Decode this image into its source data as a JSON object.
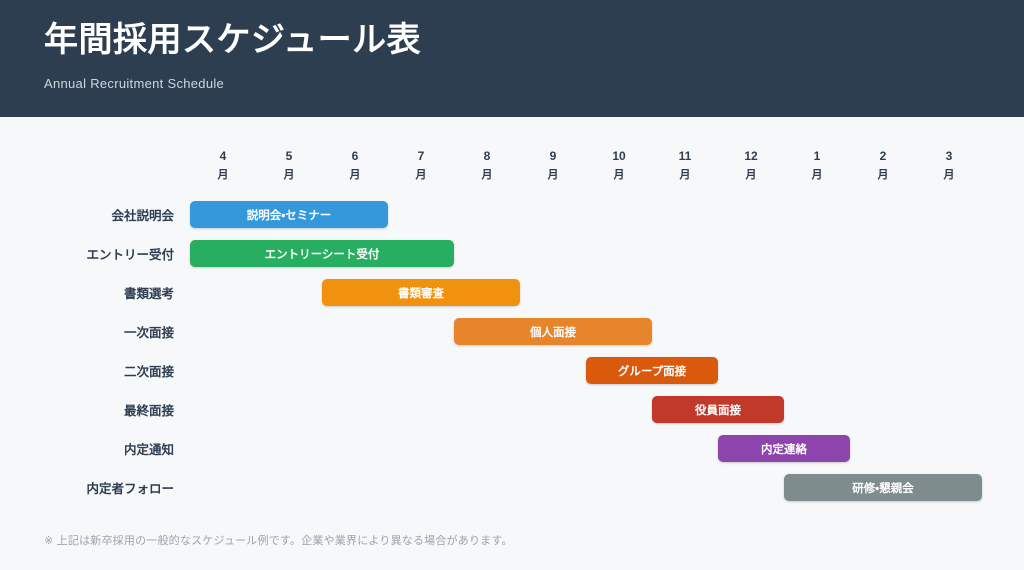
{
  "header": {
    "title": "年間採用スケジュール表",
    "subtitle": "Annual Recruitment Schedule",
    "background": "#2c3e50",
    "title_color": "#ffffff",
    "subtitle_color": "#cdd6de"
  },
  "page": {
    "background": "#f7f8fa",
    "label_color": "#2c3e50",
    "note_color": "#9aa3ac"
  },
  "note": "※ 上記は新卒採用の一般的なスケジュール例です。企業や業界により異なる場合があります。",
  "chart_data": {
    "type": "bar",
    "title": "年間採用スケジュール表",
    "subtitle": "Annual Recruitment Schedule",
    "orientation": "horizontal",
    "grid": false,
    "legend": "none",
    "xlabel": "",
    "ylabel": "",
    "month_unit": "月",
    "categories": [
      "4",
      "5",
      "6",
      "7",
      "8",
      "9",
      "10",
      "11",
      "12",
      "1",
      "2",
      "3"
    ],
    "month_labels": [
      "4月",
      "5月",
      "6月",
      "7月",
      "8月",
      "9月",
      "10月",
      "11月",
      "12月",
      "1月",
      "2月",
      "3月"
    ],
    "xlim": [
      0,
      12
    ],
    "tasks": [
      {
        "row_label": "会社説明会",
        "bar_label": "説明会・セミナー",
        "start_index": 0,
        "span": 3,
        "start_month": "4月",
        "end_month": "6月",
        "color": "#3498db"
      },
      {
        "row_label": "エントリー受付",
        "bar_label": "エントリーシート受付",
        "start_index": 0,
        "span": 4,
        "start_month": "4月",
        "end_month": "7月",
        "color": "#27ae60"
      },
      {
        "row_label": "書類選考",
        "bar_label": "書類審査",
        "start_index": 2,
        "span": 3,
        "start_month": "6月",
        "end_month": "8月",
        "color": "#f0920e"
      },
      {
        "row_label": "一次面接",
        "bar_label": "個人面接",
        "start_index": 4,
        "span": 3,
        "start_month": "8月",
        "end_month": "10月",
        "color": "#e8842a"
      },
      {
        "row_label": "二次面接",
        "bar_label": "グループ面接",
        "start_index": 6,
        "span": 2,
        "start_month": "10月",
        "end_month": "11月",
        "color": "#d9590d"
      },
      {
        "row_label": "最終面接",
        "bar_label": "役員面接",
        "start_index": 7,
        "span": 2,
        "start_month": "11月",
        "end_month": "12月",
        "color": "#c0392b"
      },
      {
        "row_label": "内定通知",
        "bar_label": "内定連絡",
        "start_index": 8,
        "span": 2,
        "start_month": "12月",
        "end_month": "1月",
        "color": "#8e44ad"
      },
      {
        "row_label": "内定者フォロー",
        "bar_label": "研修・懇親会",
        "start_index": 9,
        "span": 3,
        "start_month": "1月",
        "end_month": "3月",
        "color": "#7f8c8d"
      }
    ]
  }
}
